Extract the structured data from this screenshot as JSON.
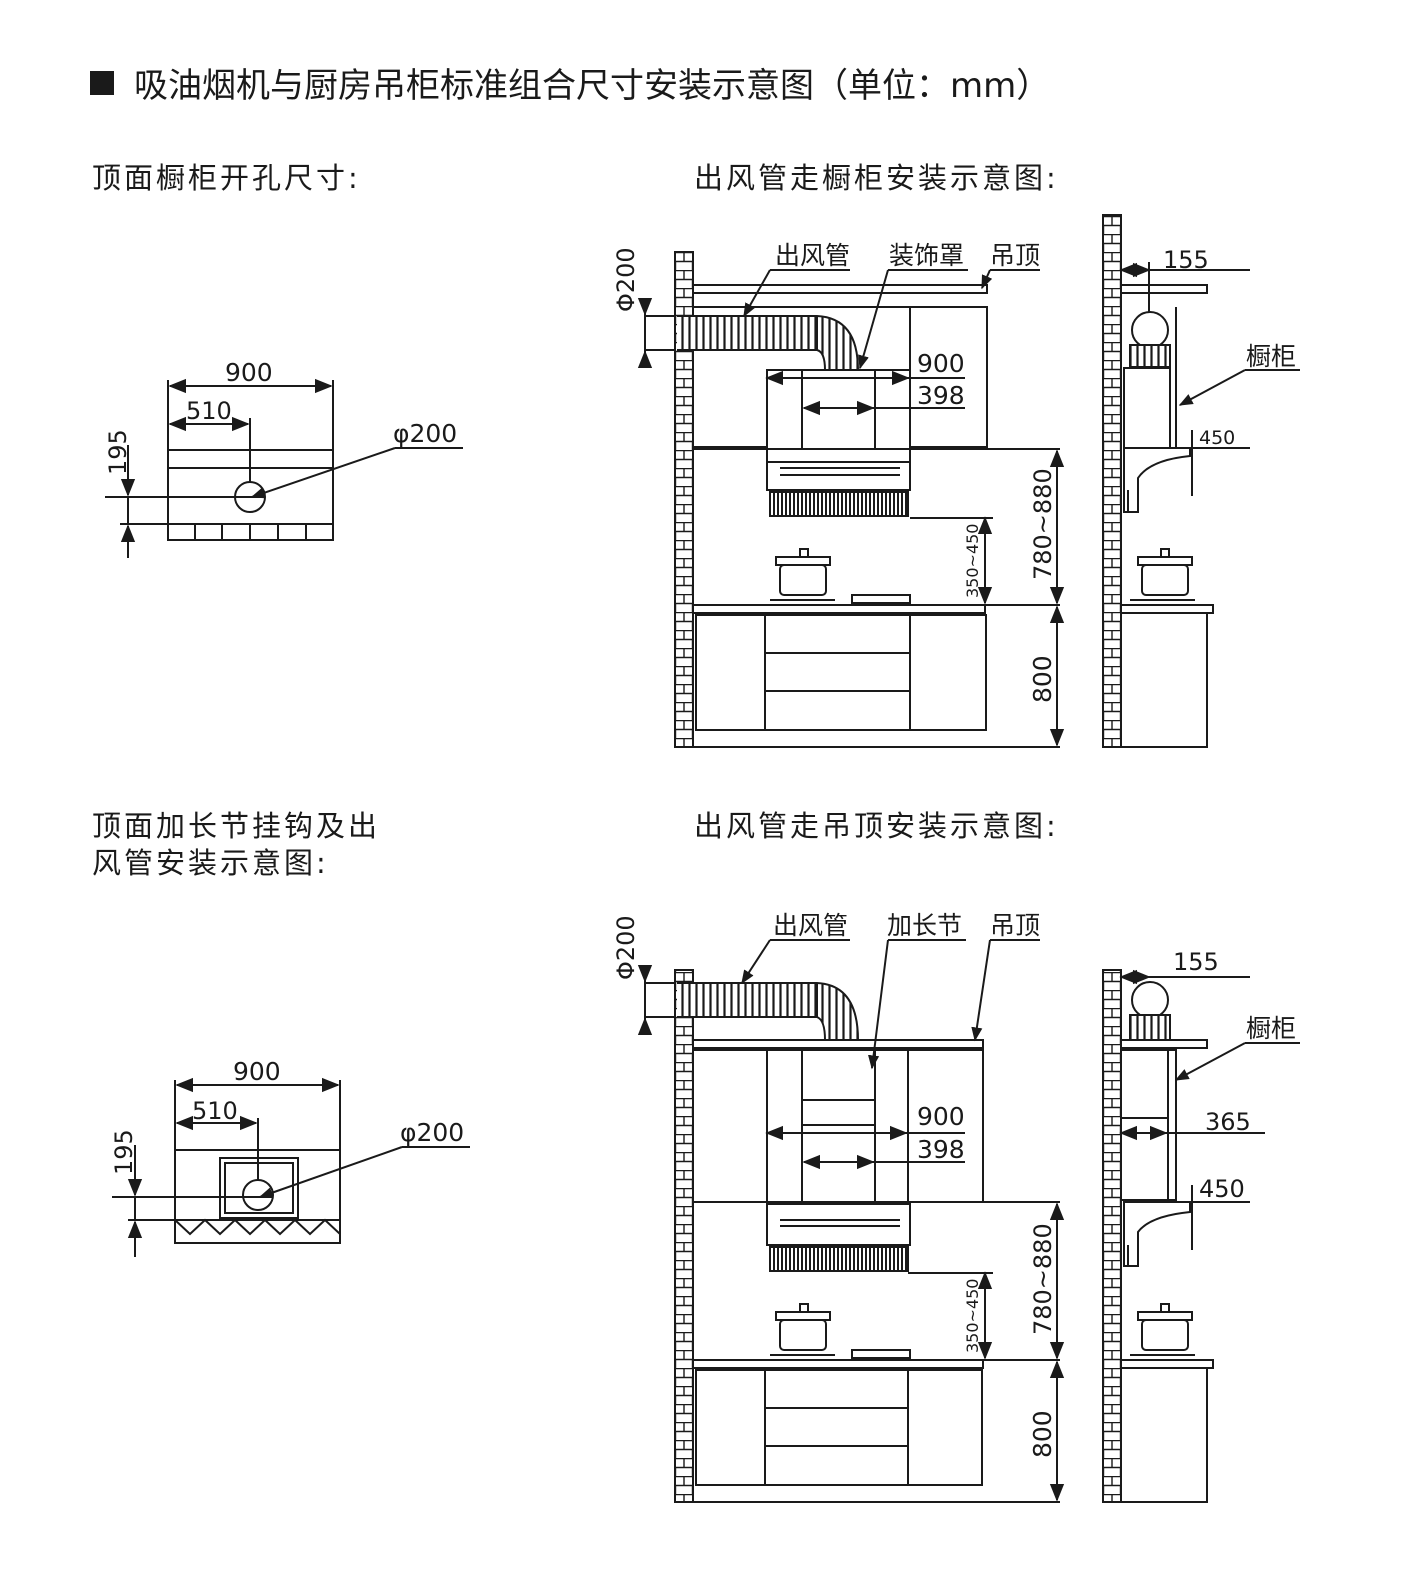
{
  "title": "吸油烟机与厨房吊柜标准组合尺寸安装示意图（单位：mm）",
  "sections": {
    "top_left": "顶面橱柜开孔尺寸:",
    "top_right": "出风管走橱柜安装示意图:",
    "bottom_left_line1": "顶面加长节挂钩及出",
    "bottom_left_line2": "风管安装示意图:",
    "bottom_right": "出风管走吊顶安装示意图:"
  },
  "labels": {
    "duct": "出风管",
    "decor_cover": "装饰罩",
    "ceiling": "吊顶",
    "extension": "加长节",
    "cabinet": "橱柜"
  },
  "dims": {
    "width_900": "900",
    "offset_510": "510",
    "height_195": "195",
    "diameter_200": "φ200",
    "phi_200": "Φ200",
    "hood_398": "398",
    "gap_155": "155",
    "depth_450": "450",
    "depth_365": "365",
    "hood_height": "780~880",
    "stove_gap": "350~450",
    "counter_800": "800"
  }
}
